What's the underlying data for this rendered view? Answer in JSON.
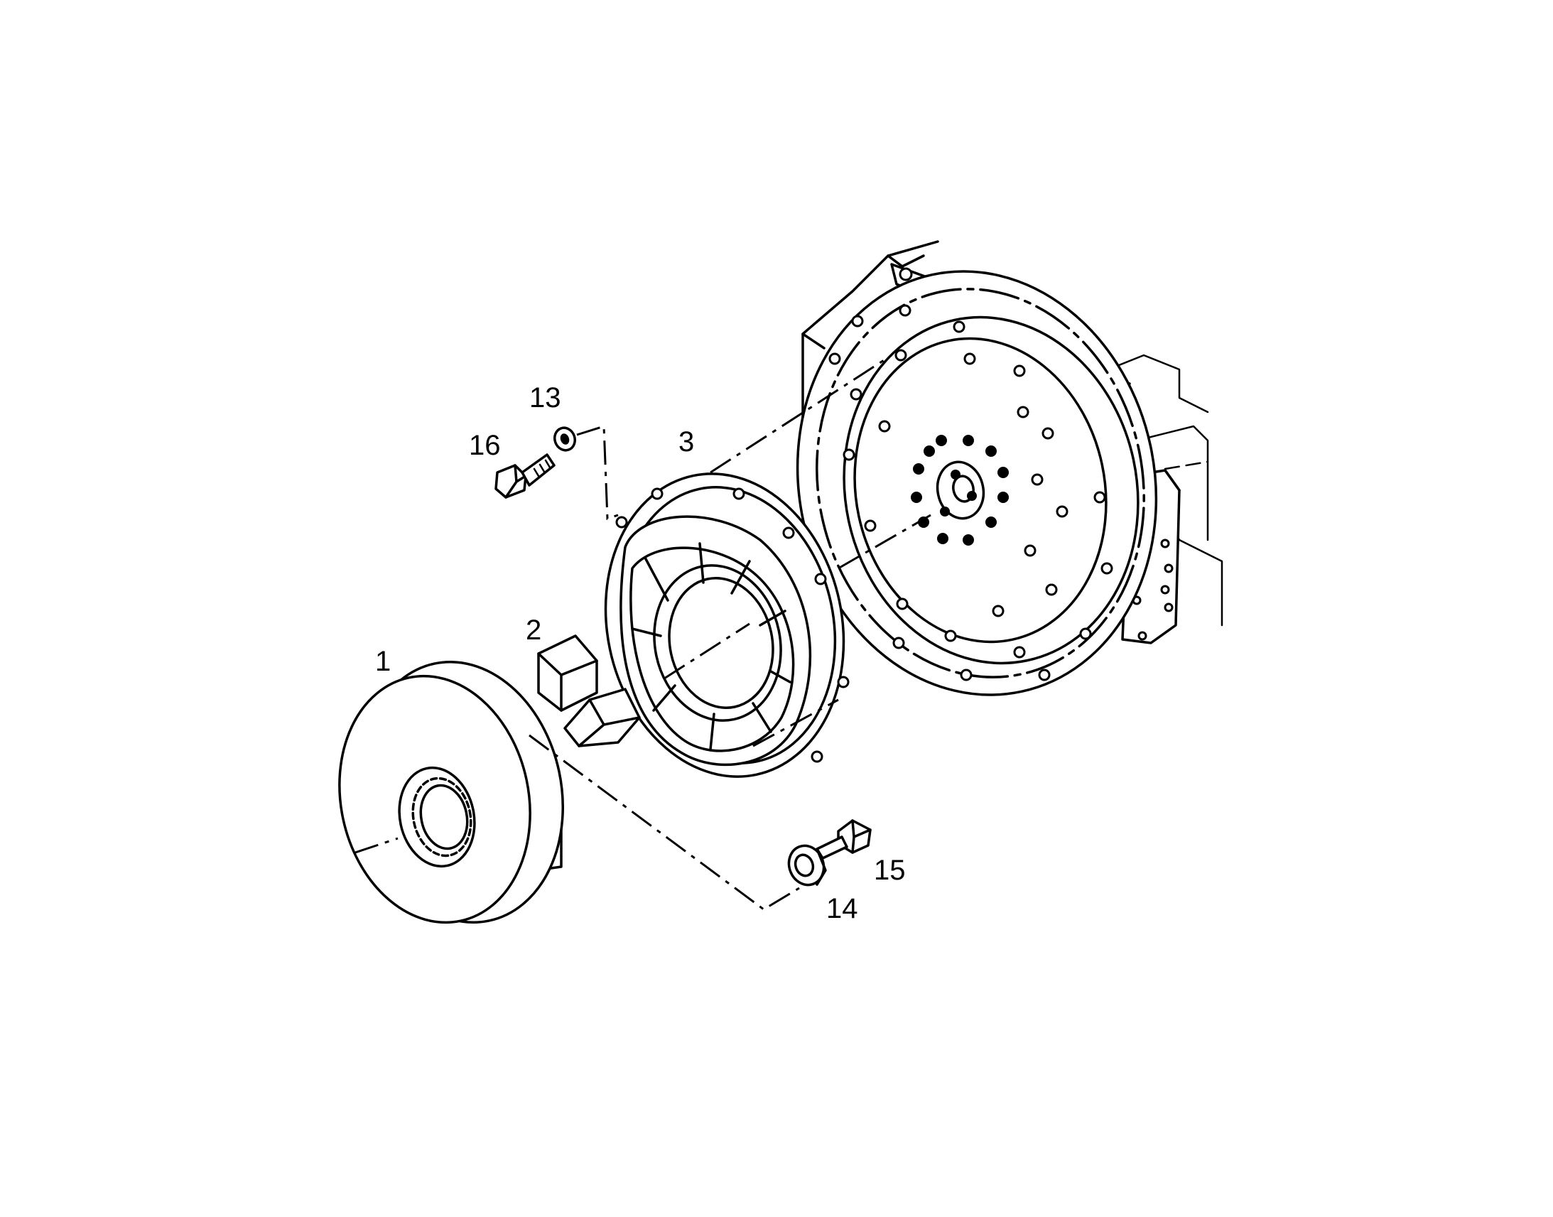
{
  "callouts": {
    "c1": "1",
    "c2": "2",
    "c3": "3",
    "c13": "13",
    "c14": "14",
    "c15": "15",
    "c16": "16"
  }
}
